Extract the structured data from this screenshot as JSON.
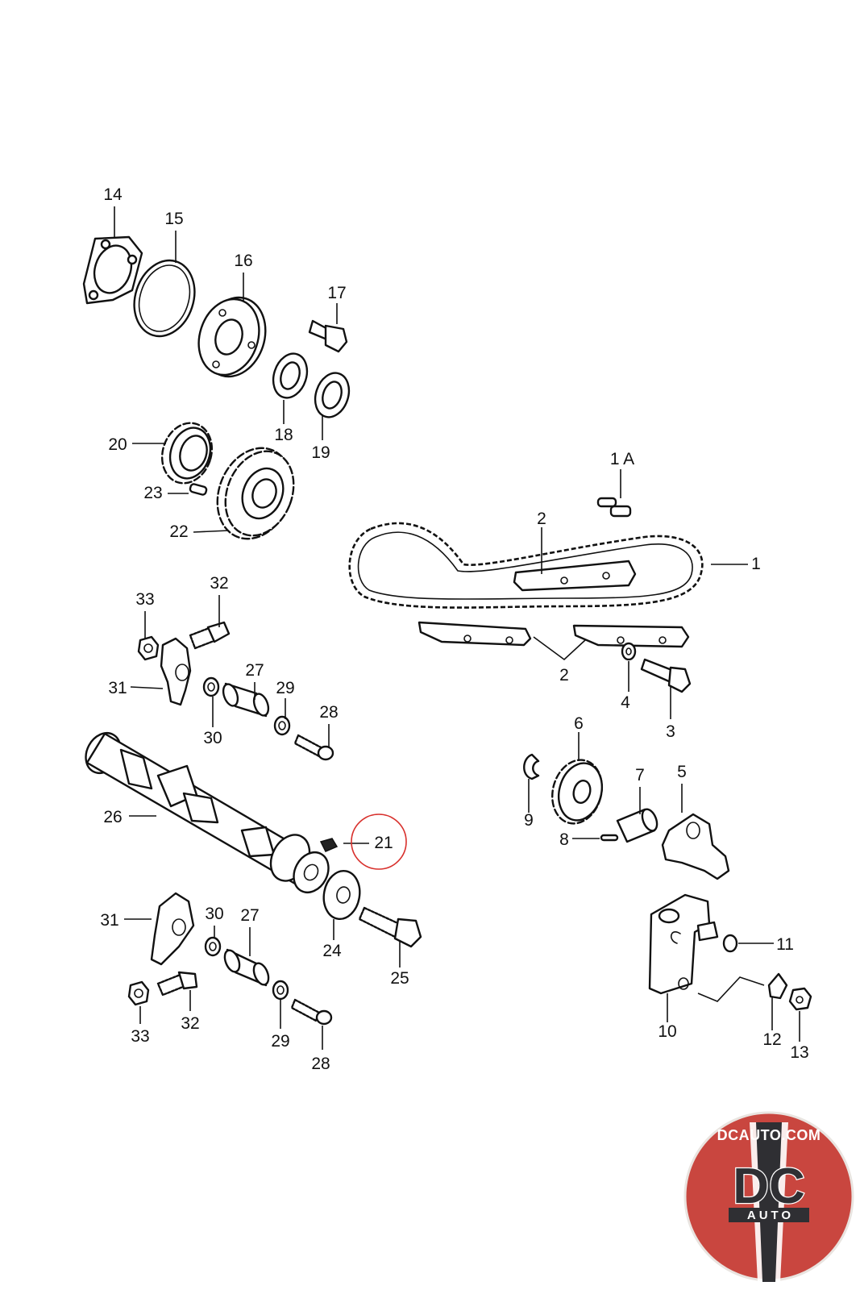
{
  "callouts": {
    "c1": "1",
    "c1a": "1 A",
    "c2a": "2",
    "c2b": "2",
    "c3": "3",
    "c4": "4",
    "c5": "5",
    "c6": "6",
    "c7": "7",
    "c8": "8",
    "c9": "9",
    "c10": "10",
    "c11": "11",
    "c12": "12",
    "c13": "13",
    "c14": "14",
    "c15": "15",
    "c16": "16",
    "c17": "17",
    "c18": "18",
    "c19": "19",
    "c20": "20",
    "c21": "21",
    "c22": "22",
    "c23": "23",
    "c24": "24",
    "c25": "25",
    "c26": "26",
    "c27a": "27",
    "c27b": "27",
    "c28a": "28",
    "c28b": "28",
    "c29a": "29",
    "c29b": "29",
    "c30a": "30",
    "c30b": "30",
    "c31a": "31",
    "c31b": "31",
    "c32a": "32",
    "c32b": "32",
    "c33a": "33",
    "c33b": "33"
  },
  "highlighted_part": "21",
  "logo": {
    "url_text": "DCAUTO.COM",
    "brand_text": "DC",
    "sub_text": "AUTO"
  },
  "colors": {
    "highlight": "#d8302c",
    "logo_red": "#c9463f",
    "logo_dark": "#2f2f33"
  }
}
